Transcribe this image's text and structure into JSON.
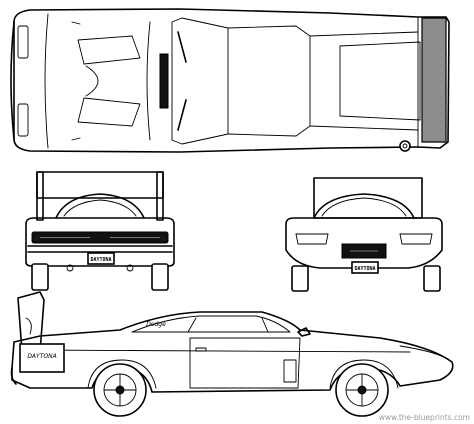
{
  "plates": {
    "rear": "DAYTONA",
    "front": "DAYTONA"
  },
  "side": {
    "fin_lettering": "DAYTONA",
    "fender_script": "Dodge"
  },
  "watermark": "www.the-blueprints.com"
}
